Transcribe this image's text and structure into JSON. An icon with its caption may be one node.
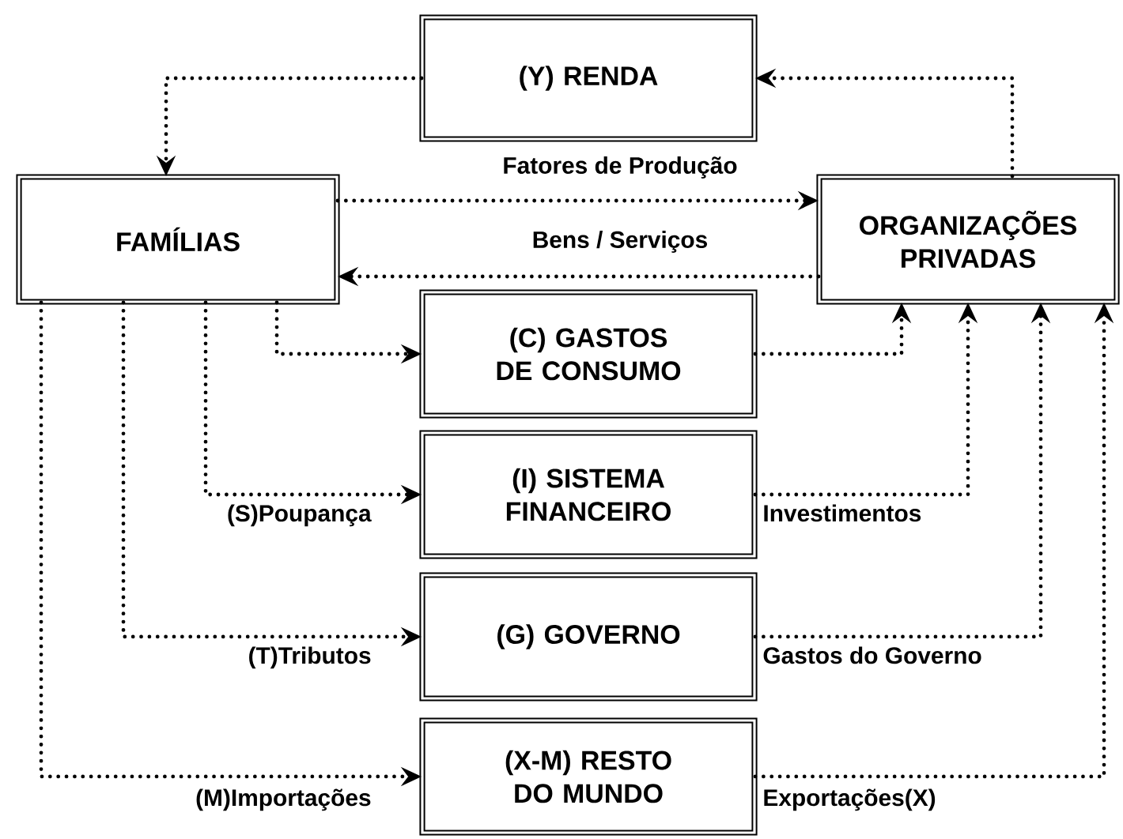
{
  "diagram": {
    "nodes": [
      {
        "text": [
          "(Y) RENDA"
        ]
      },
      {
        "text": [
          "FAMÍLIAS"
        ]
      },
      {
        "text": [
          "ORGANIZAÇÕES PRIVADAS"
        ]
      },
      {
        "text": [
          "(C) GASTOS DE CONSUMO"
        ]
      },
      {
        "text": [
          "(I) SISTEMA FINANCEIRO"
        ]
      },
      {
        "text": [
          "(G) GOVERNO"
        ]
      },
      {
        "text": [
          "(X-M) RESTO DO MUNDO"
        ]
      }
    ],
    "edges": [
      {
        "from": 0,
        "to": 1,
        "arrow": "to"
      },
      {
        "from": 2,
        "to": 0,
        "arrow": "to"
      },
      {
        "from": 1,
        "to": 2,
        "arrow": "to",
        "label": "Fatores de Produção"
      },
      {
        "from": 2,
        "to": 1,
        "arrow": "to",
        "label": "Bens / Serviços"
      },
      {
        "from": 1,
        "to": 3,
        "arrow": "to"
      },
      {
        "from": 3,
        "to": 2,
        "arrow": "to"
      },
      {
        "from": 1,
        "to": 4,
        "arrow": "to",
        "label": "(S)Poupança"
      },
      {
        "from": 4,
        "to": 2,
        "arrow": "to",
        "label": "Investimentos"
      },
      {
        "from": 1,
        "to": 5,
        "arrow": "to",
        "label": "(T)Tributos"
      },
      {
        "from": 5,
        "to": 2,
        "arrow": "to",
        "label": "Gastos do Governo"
      },
      {
        "from": 1,
        "to": 6,
        "arrow": "to",
        "label": "(M)Importações"
      },
      {
        "from": 6,
        "to": 2,
        "arrow": "to",
        "label": "Exportações(X)"
      }
    ]
  }
}
